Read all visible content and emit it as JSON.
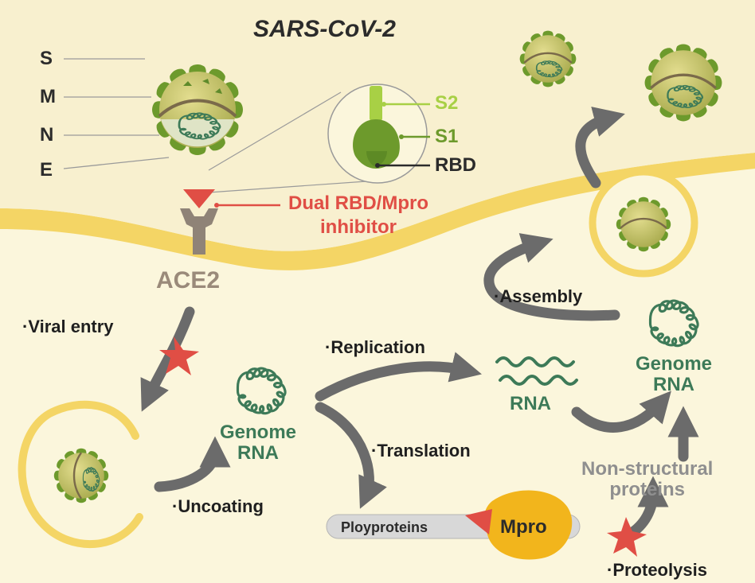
{
  "title": "SARS-CoV-2",
  "virus_parts": {
    "s": "S",
    "m": "M",
    "n": "N",
    "e": "E"
  },
  "spike_parts": {
    "s2": "S2",
    "s1": "S1",
    "rbd": "RBD"
  },
  "inhibitor": {
    "line1": "Dual RBD/Mpro",
    "line2": "inhibitor"
  },
  "receptor": "ACE2",
  "steps": {
    "viral_entry": "·Viral entry",
    "uncoating": "·Uncoating",
    "replication": "·Replication",
    "translation": "·Translation",
    "assembly": "·Assembly",
    "proteolysis": "·Proteolysis"
  },
  "molecules": {
    "genome_rna_left": {
      "line1": "Genome",
      "line2": "RNA"
    },
    "rna": "RNA",
    "genome_rna_right": {
      "line1": "Genome",
      "line2": "RNA"
    },
    "non_structural": {
      "line1": "Non-structural",
      "line2": "proteins"
    },
    "polyproteins": "Ployproteins",
    "mpro": "Mpro"
  },
  "colors": {
    "background": "#fbf6dc",
    "membrane": "#f4d565",
    "virus_body": "#b9bd63",
    "spike": "#7ea836",
    "rna": "#3d7a58",
    "inhibitor": "#e04e45",
    "arrow": "#6b6b6b",
    "mpro": "#f2b51c"
  }
}
